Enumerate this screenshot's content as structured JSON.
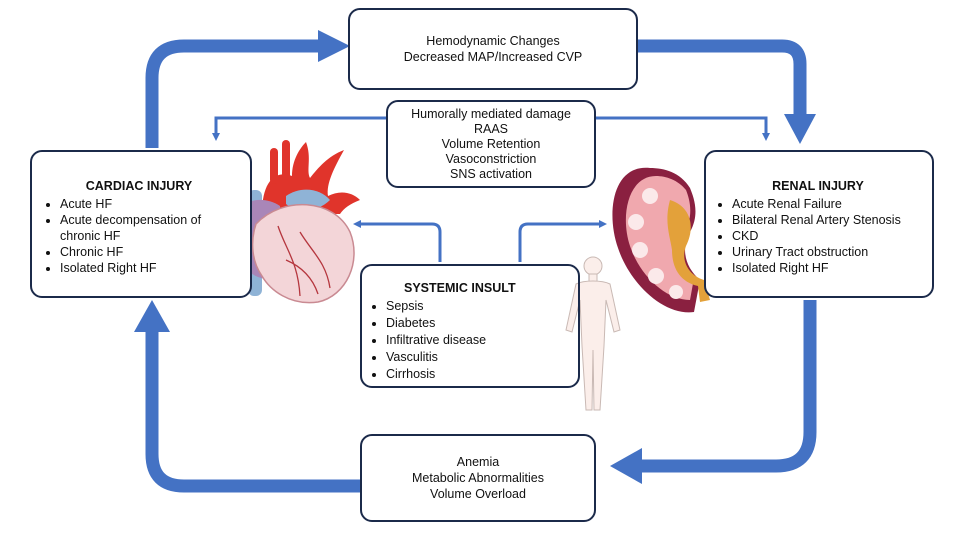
{
  "colors": {
    "arrow": "#4472c4",
    "arrow_dark": "#2f5597",
    "box_border": "#1b2a4a"
  },
  "hemodynamic": {
    "lines": [
      "Hemodynamic Changes",
      "Decreased MAP/Increased CVP"
    ]
  },
  "humoral": {
    "lines": [
      "Humorally mediated damage",
      "RAAS",
      "Volume Retention",
      "Vasoconstriction",
      "SNS activation"
    ]
  },
  "cardiac": {
    "title": "CARDIAC INJURY",
    "items": [
      "Acute HF",
      "Acute decompensation of chronic HF",
      "Chronic HF",
      "Isolated Right HF"
    ]
  },
  "renal": {
    "title": "RENAL INJURY",
    "items": [
      "Acute Renal Failure",
      "Bilateral Renal Artery Stenosis",
      "CKD",
      "Urinary Tract obstruction",
      "Isolated Right HF"
    ]
  },
  "systemic": {
    "title": "SYSTEMIC INSULT",
    "items": [
      "Sepsis",
      "Diabetes",
      "Infiltrative disease",
      "Vasculitis",
      "Cirrhosis"
    ]
  },
  "bottom": {
    "lines": [
      "Anemia",
      "Metabolic Abnormalities",
      "Volume Overload"
    ]
  },
  "illustrations": [
    "heart-illustration",
    "kidney-illustration",
    "human-body-illustration"
  ]
}
